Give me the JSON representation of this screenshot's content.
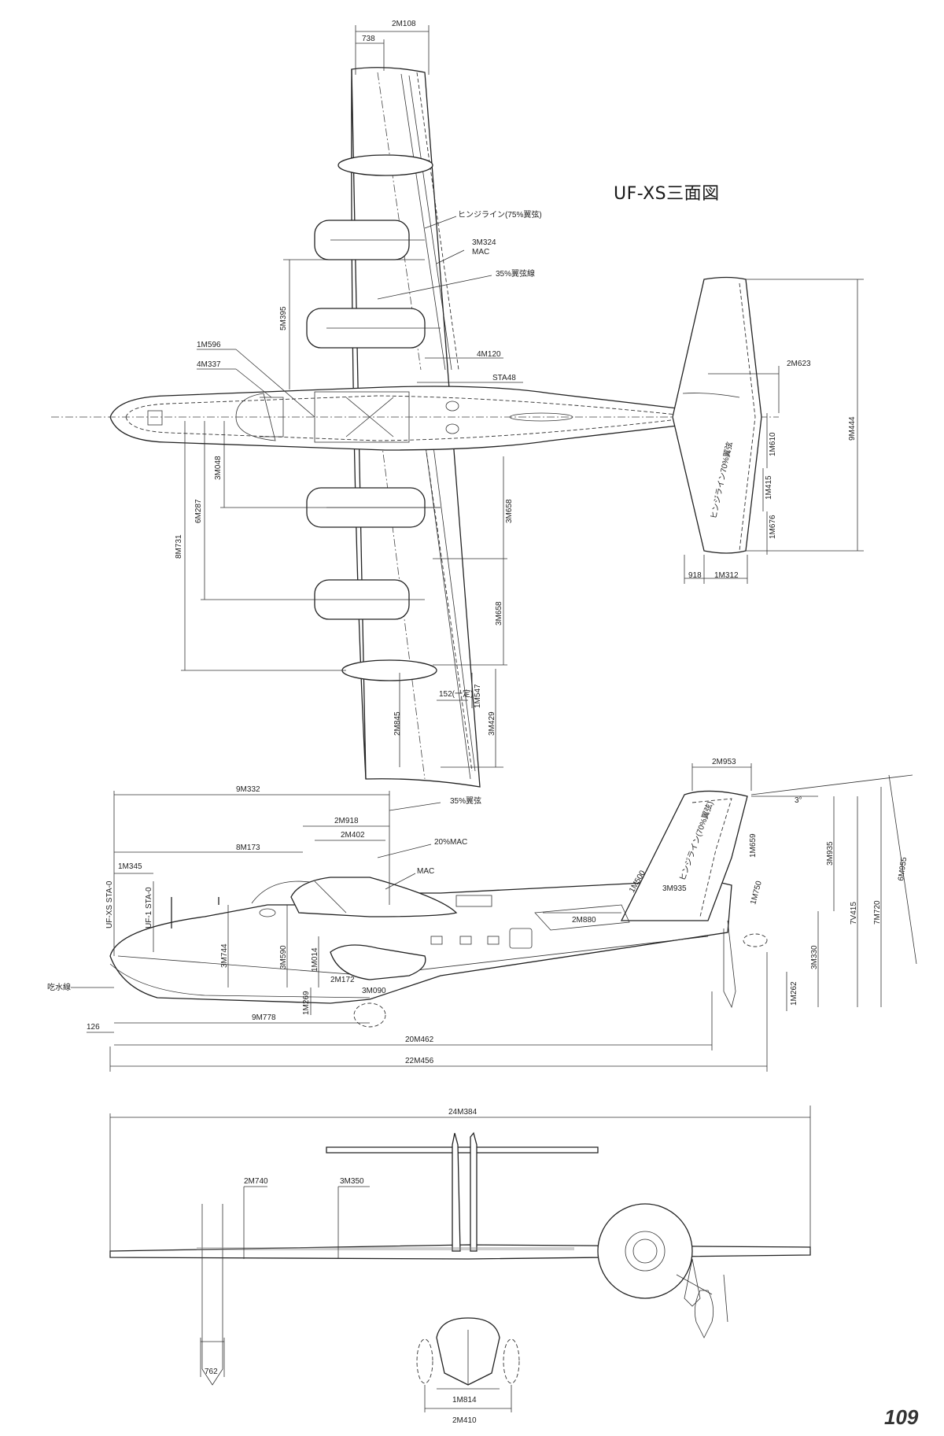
{
  "title": "UF-XS三面図",
  "page_number": "109",
  "top_view": {
    "dims": {
      "span_top_width": "2M108",
      "tip_offset": "738",
      "hinge_line": "ヒンジライン(75%翼弦)",
      "mac_length": "3M324",
      "mac_label": "MAC",
      "chord35_line": "35%翼弦線",
      "engine_spacing": "5M395",
      "d_1m596": "1M596",
      "d_4m337": "4M337",
      "d_4m120": "4M120",
      "sta48": "STA48",
      "d_3m048": "3M048",
      "d_6m287": "6M287",
      "d_8m731": "8M731",
      "d_3m658a": "3M658",
      "d_3m658b": "3M658",
      "d_152": "152(一定)",
      "d_1m547": "1M547",
      "d_2m845": "2M845",
      "d_3m429": "3M429"
    },
    "tail": {
      "d_2m623": "2M623",
      "d_9m444": "9M444",
      "d_1m610": "1M610",
      "d_1m415": "1M415",
      "d_1m676": "1M676",
      "hinge_line": "ヒンジライン70%翼弦",
      "d_918": "918",
      "d_1m312": "1M312"
    }
  },
  "side_view": {
    "dims": {
      "d_9m332": "9M332",
      "chord35": "35%翼弦",
      "d_2m918": "2M918",
      "d_2m402": "2M402",
      "mac20": "20%MAC",
      "d_8m173": "8M173",
      "mac": "MAC",
      "d_1m345": "1M345",
      "sta_xs": "UF-XS STA-0",
      "sta_1": "UF-1 STA-0",
      "d_3m744": "3M744",
      "d_3m590": "3M590",
      "d_1m014": "1M014",
      "d_1m269": "1M269",
      "d_2m172": "2M172",
      "d_3m090": "3M090",
      "waterline": "吃水線",
      "d_126": "126",
      "d_9m778": "9M778",
      "d_20m462": "20M462",
      "d_22m456": "22M456",
      "d_2m953": "2M953",
      "angle": "3°",
      "d_3m935a": "3M935",
      "d_3m935b": "3M935",
      "d_7v415": "7V415",
      "d_7m720": "7M720",
      "d_6m955": "6M955",
      "tail_hinge": "ヒンジライン(70%翼弦)",
      "d_1m659": "1M659",
      "d_1m750": "1M750",
      "d_1m500": "1M500",
      "d_2m880": "2M880",
      "d_3m330": "3M330",
      "d_1m262": "1M262"
    }
  },
  "front_view": {
    "dims": {
      "span": "24M384",
      "d_2m740": "2M740",
      "d_3m350": "3M350",
      "d_762": "762",
      "d_1m814": "1M814",
      "d_2m410": "2M410"
    }
  }
}
